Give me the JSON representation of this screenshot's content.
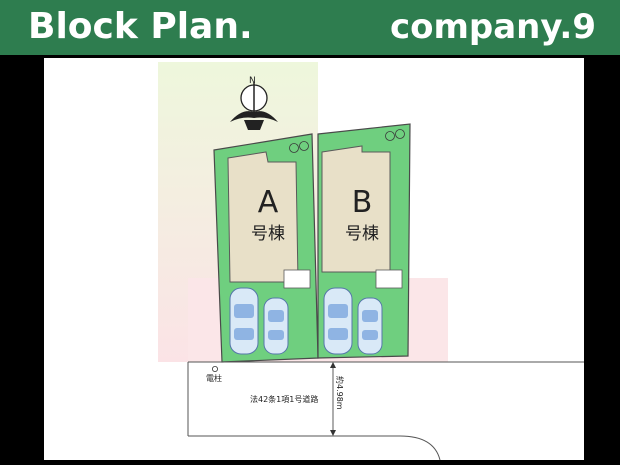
{
  "header": {
    "title": "Block Plan.",
    "brand": "company.9"
  },
  "plan": {
    "lots": [
      {
        "letter": "A",
        "label": "号棟"
      },
      {
        "letter": "B",
        "label": "号棟"
      }
    ],
    "compass_letter": "N",
    "utility_pole": "電柱",
    "road_label": "法42条1項1号道路",
    "road_width": "約4.98m"
  },
  "colors": {
    "header_green": "#2e7d4f",
    "lot_green": "#6fcf7f",
    "house_beige": "#e8e0c8",
    "gradient_top": "#eef7dc",
    "gradient_bottom": "#fbe3e6"
  }
}
